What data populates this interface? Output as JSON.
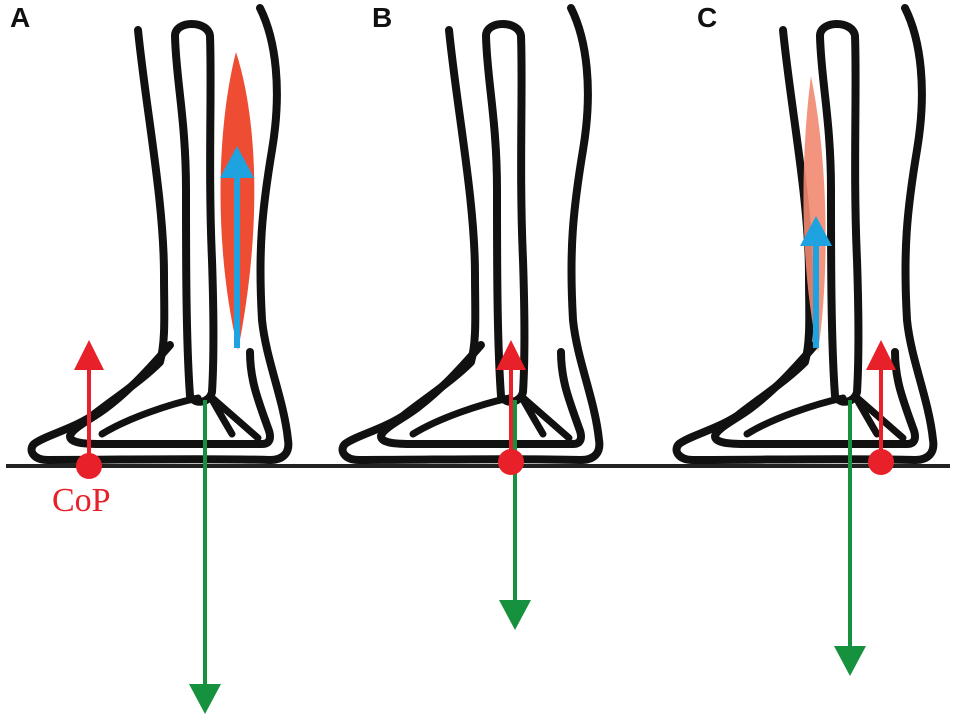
{
  "panels": [
    {
      "label": "A",
      "muscle_activation": "high",
      "cop_position": "forefoot"
    },
    {
      "label": "B",
      "muscle_activation": "none",
      "cop_position": "below ankle"
    },
    {
      "label": "C",
      "muscle_activation": "low",
      "cop_position": "heel"
    }
  ],
  "cop_label": "CoP",
  "colors": {
    "outline": "#111111",
    "ground_line": "#222222",
    "ground_reaction_force": "#e8202a",
    "cop_marker": "#e8202a",
    "muscle_force": "#1ea3e0",
    "weight_force": "#16913e",
    "muscle_active": "#ee4d34",
    "muscle_low": "#f28a70"
  }
}
